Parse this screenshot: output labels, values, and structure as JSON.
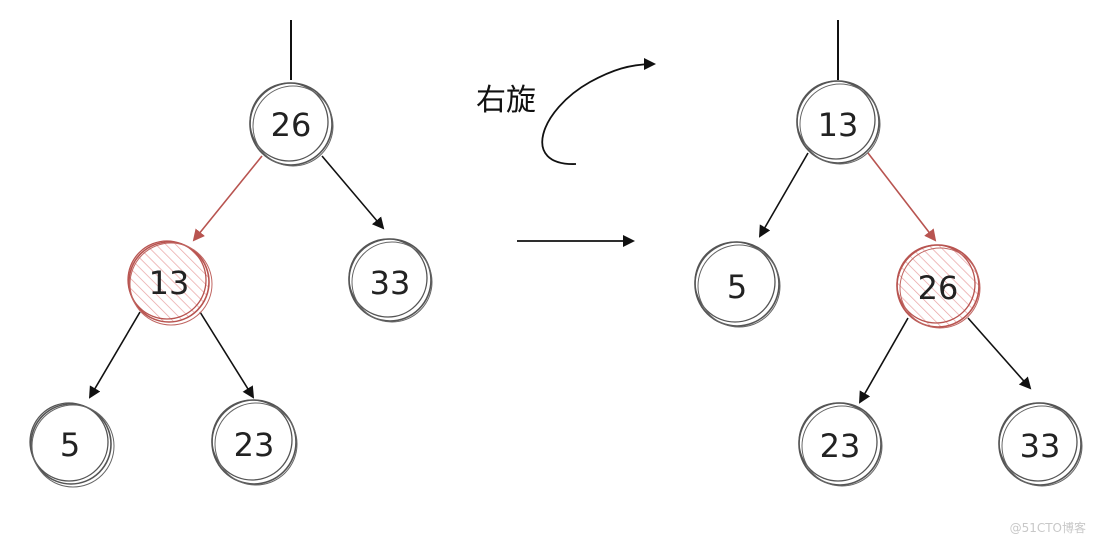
{
  "rotation_label": "右旋",
  "watermark": "@51CTO博客",
  "colors": {
    "normal": "#555555",
    "highlight": "#b85450",
    "edge": "#111111",
    "hatch": "#e8a0a0"
  },
  "before_tree": {
    "n26": "26",
    "n13": "13",
    "n33": "33",
    "n5": "5",
    "n23": "23"
  },
  "after_tree": {
    "n13": "13",
    "n5": "5",
    "n26": "26",
    "n23": "23",
    "n33": "33"
  }
}
